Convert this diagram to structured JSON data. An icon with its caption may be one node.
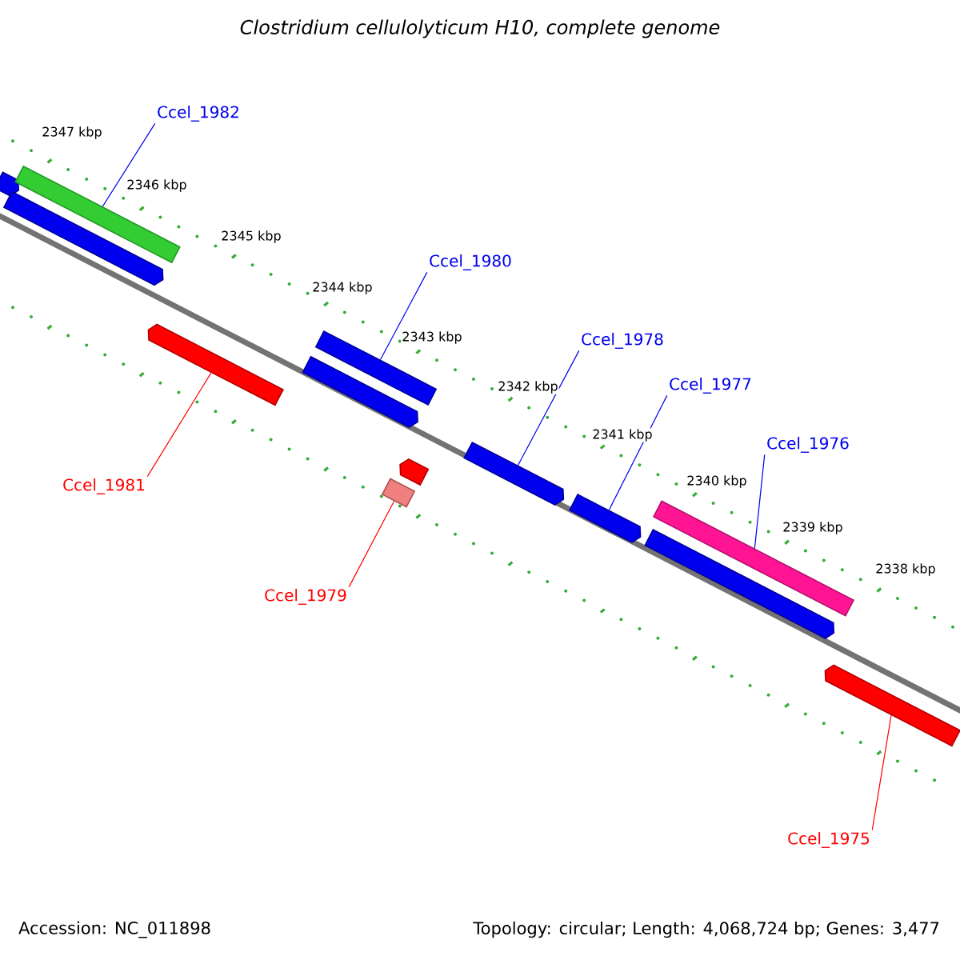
{
  "diagram": {
    "title": "Clostridium cellulolyticum H10, complete genome",
    "nodes": [
      {
        "text": [],
        "shape": "arrow"
      },
      {
        "text": [],
        "shape": "arrow"
      },
      {
        "text": [],
        "shape": "arrow"
      },
      {
        "text": [],
        "shape": "arrow"
      },
      {
        "text": [],
        "shape": "arrow"
      },
      {
        "text": [],
        "shape": "arrow"
      },
      {
        "text": [],
        "shape": "arrow"
      },
      {
        "text": [],
        "shape": "arrow"
      },
      {
        "text": [],
        "shape": "arrow"
      },
      {
        "text": [],
        "shape": "arrow"
      },
      {
        "text": [],
        "shape": "arrow"
      },
      {
        "text": [],
        "shape": "box"
      },
      {
        "text": [],
        "shape": "arrow"
      },
      {
        "text": [
          "Ccel_1982"
        ]
      },
      {
        "text": [
          "Ccel_1980"
        ]
      },
      {
        "text": [
          "Ccel_1978"
        ]
      },
      {
        "text": [
          "Ccel_1977"
        ]
      },
      {
        "text": [
          "Ccel_1976"
        ]
      },
      {
        "text": [
          "Ccel_1981"
        ]
      },
      {
        "text": [
          "Ccel_1979"
        ]
      },
      {
        "text": [
          "Ccel_1975"
        ]
      }
    ],
    "edges": [
      {
        "from": 13,
        "to": 1,
        "arrow": "none"
      },
      {
        "from": 14,
        "to": 4,
        "arrow": "none"
      },
      {
        "from": 15,
        "to": 6,
        "arrow": "none"
      },
      {
        "from": 16,
        "to": 7,
        "arrow": "none"
      },
      {
        "from": 17,
        "to": 8,
        "arrow": "none"
      },
      {
        "from": 18,
        "to": 3,
        "arrow": "none",
        "color": "#ff0000"
      },
      {
        "from": 19,
        "to": 11,
        "arrow": "none",
        "color": "#ff0000"
      },
      {
        "from": 20,
        "to": 12,
        "arrow": "none",
        "color": "#ff0000"
      }
    ],
    "labels": [
      "2347 kbp",
      "2346 kbp",
      "2345 kbp",
      "2344 kbp",
      "2343 kbp",
      "2342 kbp",
      "2341 kbp",
      "2340 kbp",
      "2339 kbp",
      "2338 kbp",
      "Accession: NC_011898",
      "Topology: circular; Length: 4,068,724 bp; Genes: 3,477"
    ]
  }
}
